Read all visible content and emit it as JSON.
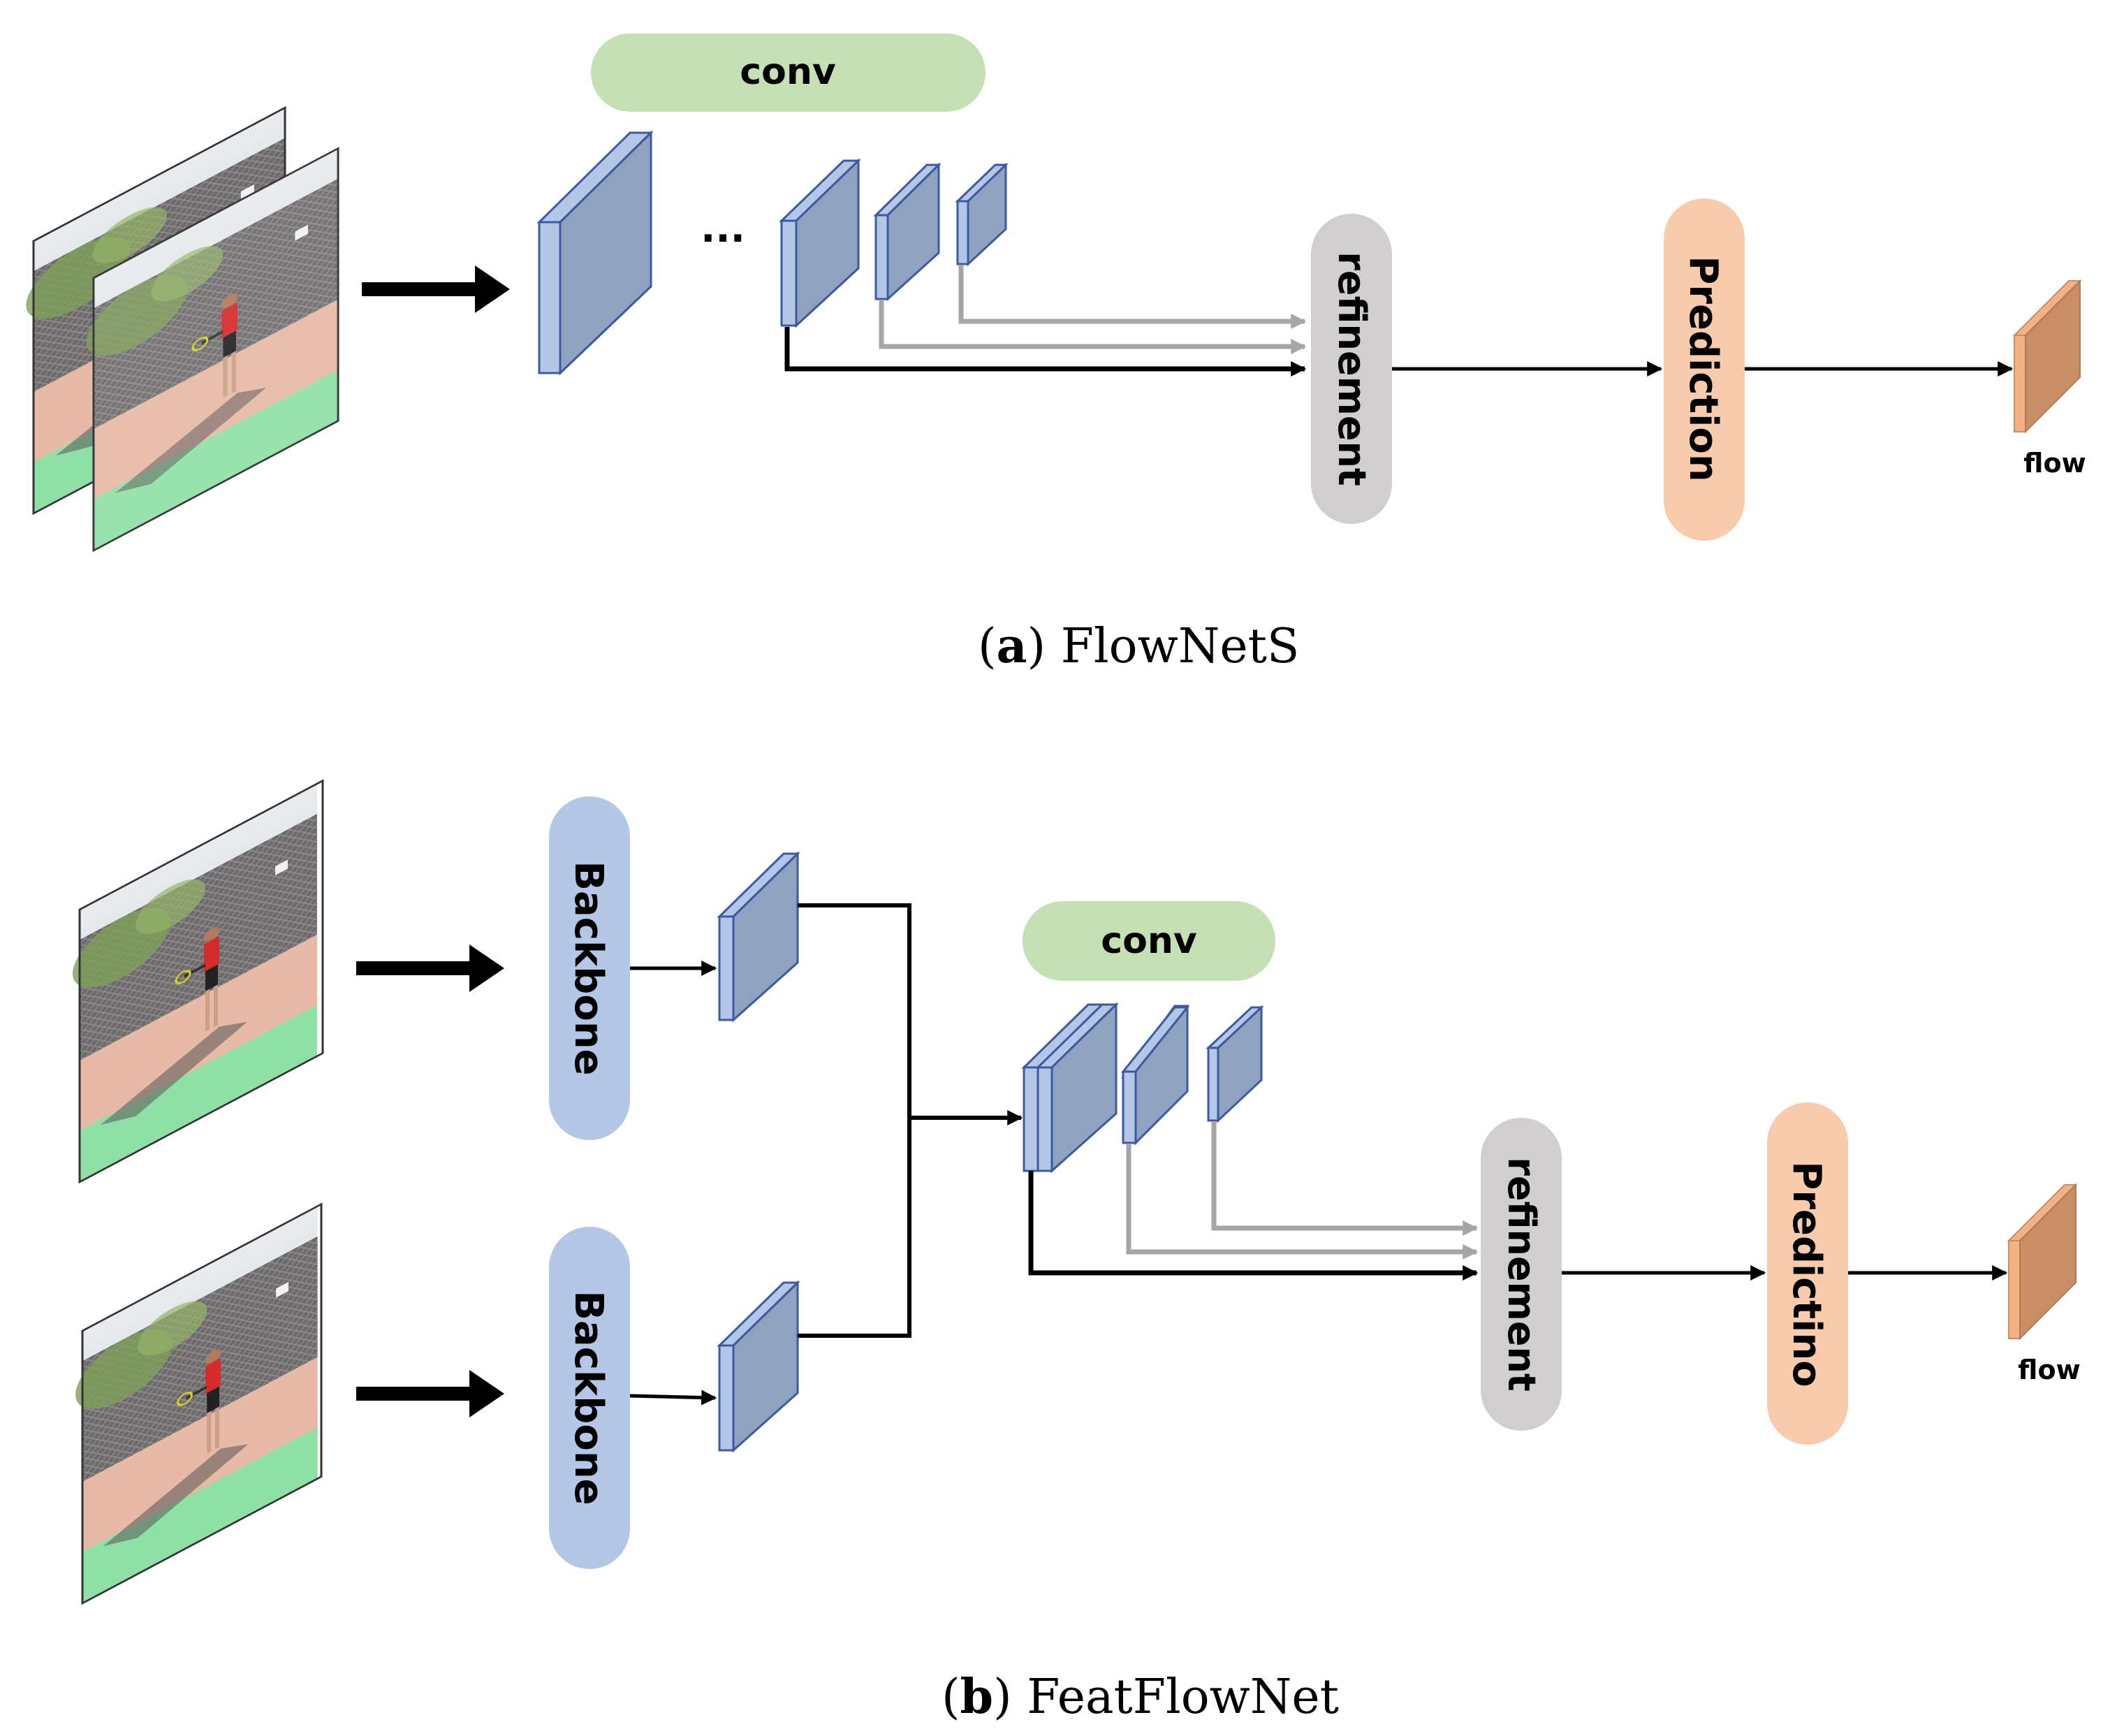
{
  "colors": {
    "conv_pill": "#c5e0b4",
    "refinement_pill": "#d0cece",
    "prediction_pill": "#f8cbad",
    "backbone_pill": "#b4c7e7",
    "feature_block_front": "#8fa2bf",
    "feature_block_side": "#b4c7e7",
    "feature_block_edge": "#3c5aa0",
    "flow_block_front": "#c98e66",
    "flow_block_side": "#f4b183",
    "primary_arrow": "#000000",
    "skip_arrow": "#a6a6a6"
  },
  "panel_a": {
    "conv_label": "conv",
    "ellipsis": "···",
    "refinement_label": "refinement",
    "prediction_label": "Prediction",
    "output_label": "flow",
    "caption_letter": "a",
    "caption_text": "FlowNetS"
  },
  "panel_b": {
    "backbone_top_label": "Backbone",
    "backbone_bottom_label": "Backbone",
    "conv_label": "conv",
    "refinement_label": "refinement",
    "prediction_label": "Predictino",
    "output_label": "flow",
    "caption_letter": "b",
    "caption_text": "FeatFlowNet"
  }
}
